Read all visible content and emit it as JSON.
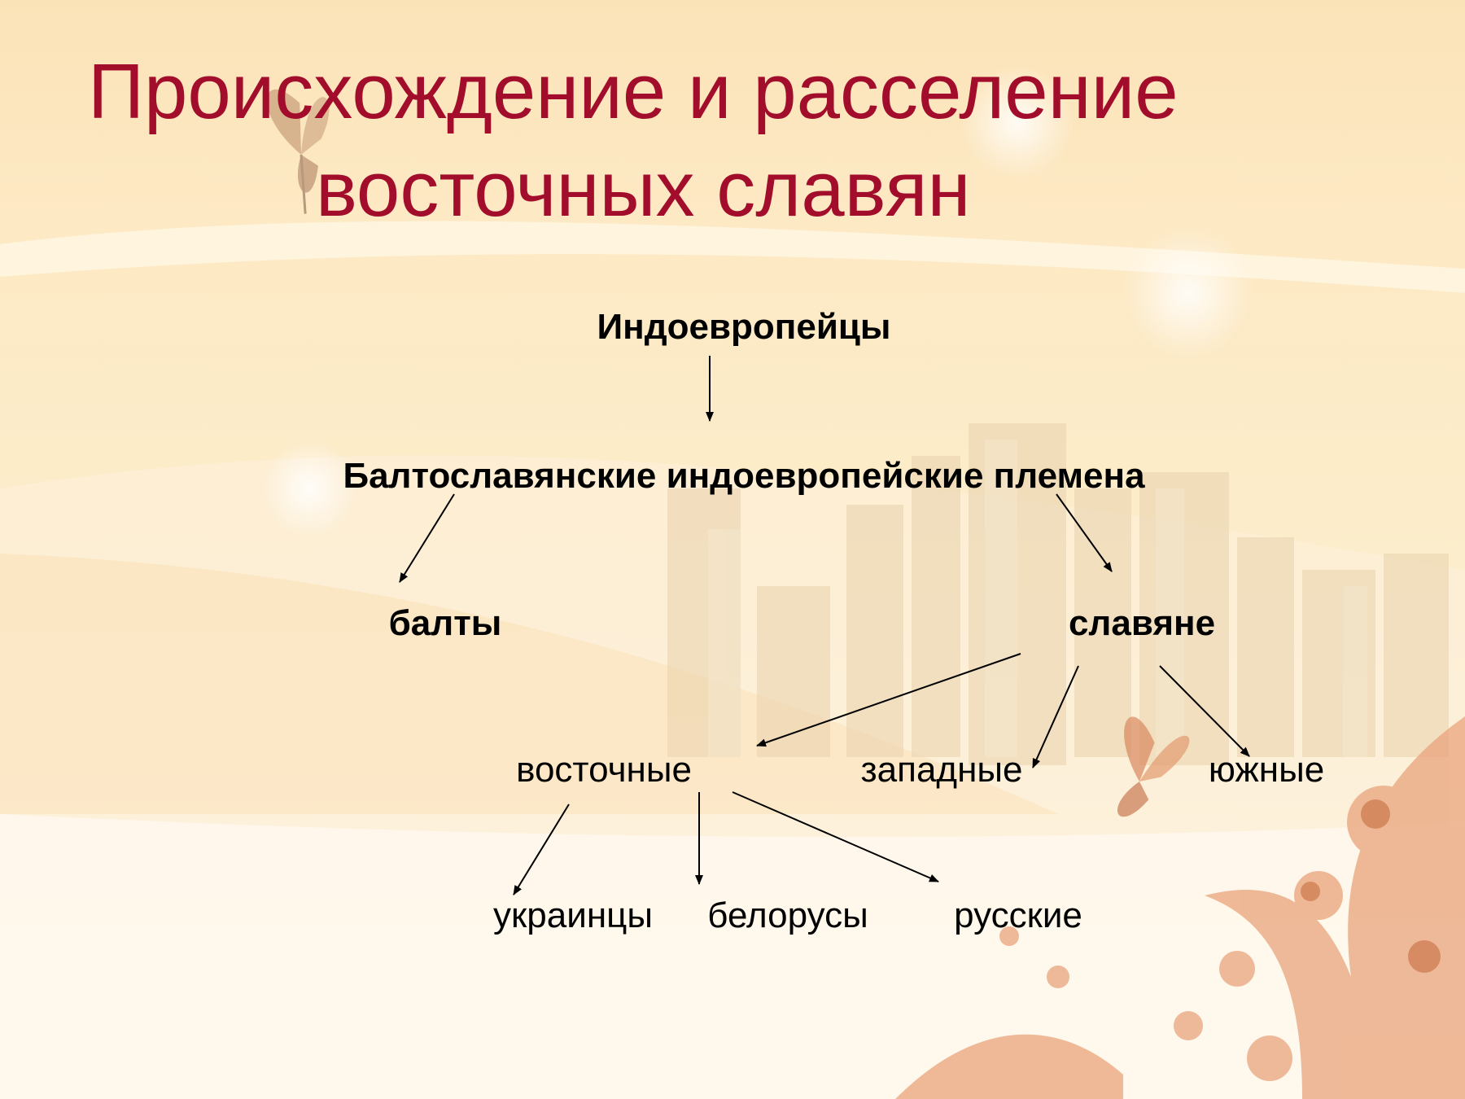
{
  "title": {
    "line1": "Происхождение и расселение",
    "line2": "восточных славян"
  },
  "colors": {
    "title": "#a30d2c",
    "text": "#000000",
    "background": "#fce8c2",
    "floral": "#e9a47c"
  },
  "diagram": {
    "nodes": [
      {
        "id": "indo",
        "label": "Индоевропейцы",
        "bold": true
      },
      {
        "id": "balto",
        "label": "Балтославянские индоевропейские племена",
        "bold": true
      },
      {
        "id": "balts",
        "label": "балты",
        "bold": true
      },
      {
        "id": "slavs",
        "label": "славяне",
        "bold": true
      },
      {
        "id": "east",
        "label": "восточные",
        "bold": false
      },
      {
        "id": "west",
        "label": "западные",
        "bold": false
      },
      {
        "id": "south",
        "label": "южные",
        "bold": false
      },
      {
        "id": "ukr",
        "label": "украинцы",
        "bold": false
      },
      {
        "id": "bel",
        "label": "белорусы",
        "bold": false
      },
      {
        "id": "rus",
        "label": "русские",
        "bold": false
      }
    ],
    "edges": [
      {
        "from": "indo",
        "to": "balto"
      },
      {
        "from": "balto",
        "to": "balts"
      },
      {
        "from": "balto",
        "to": "slavs"
      },
      {
        "from": "slavs",
        "to": "east"
      },
      {
        "from": "slavs",
        "to": "west"
      },
      {
        "from": "slavs",
        "to": "south"
      },
      {
        "from": "east",
        "to": "ukr"
      },
      {
        "from": "east",
        "to": "bel"
      },
      {
        "from": "east",
        "to": "rus"
      }
    ]
  }
}
